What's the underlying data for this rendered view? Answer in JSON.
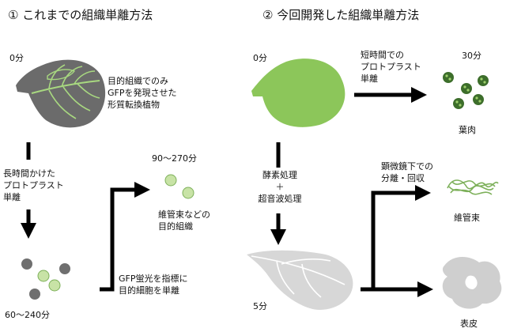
{
  "left": {
    "heading": "① これまでの組織単離方法",
    "time_start": "0分",
    "leaf_caption": "目的組織でのみ\nGFPを発現させた\n形質転換植物",
    "step1": "長時間かけた\nプロトプラスト\n単離",
    "time_protoplast": "60〜240分",
    "step2": "GFP蛍光を指標に\n目的細胞を単離",
    "time_result": "90〜270分",
    "result_caption": "維管束などの\n目的組織"
  },
  "right": {
    "heading": "② 今回開発した組織単離方法",
    "time_start": "0分",
    "step_short": "短時間での\nプロトプラスト\n単離",
    "time_short": "30分",
    "mesophyll_label": "葉肉",
    "step_enzyme": "酵素処理\n＋\n超音波処理",
    "time_after": "5分",
    "step_microscope": "顕微鏡下での\n分離・回収",
    "vascular_label": "維管束",
    "epidermis_label": "表皮"
  },
  "colors": {
    "leaf_gray": "#6b6b6b",
    "vein_green": "#a8d880",
    "leaf_green": "#8cc65a",
    "cell_green": "#c8e3a6",
    "cell_gray": "#6f6f6f",
    "dark_cell": "#3d6e2b",
    "arrow": "#000000",
    "tissue_gray": "#cfcfcf"
  }
}
